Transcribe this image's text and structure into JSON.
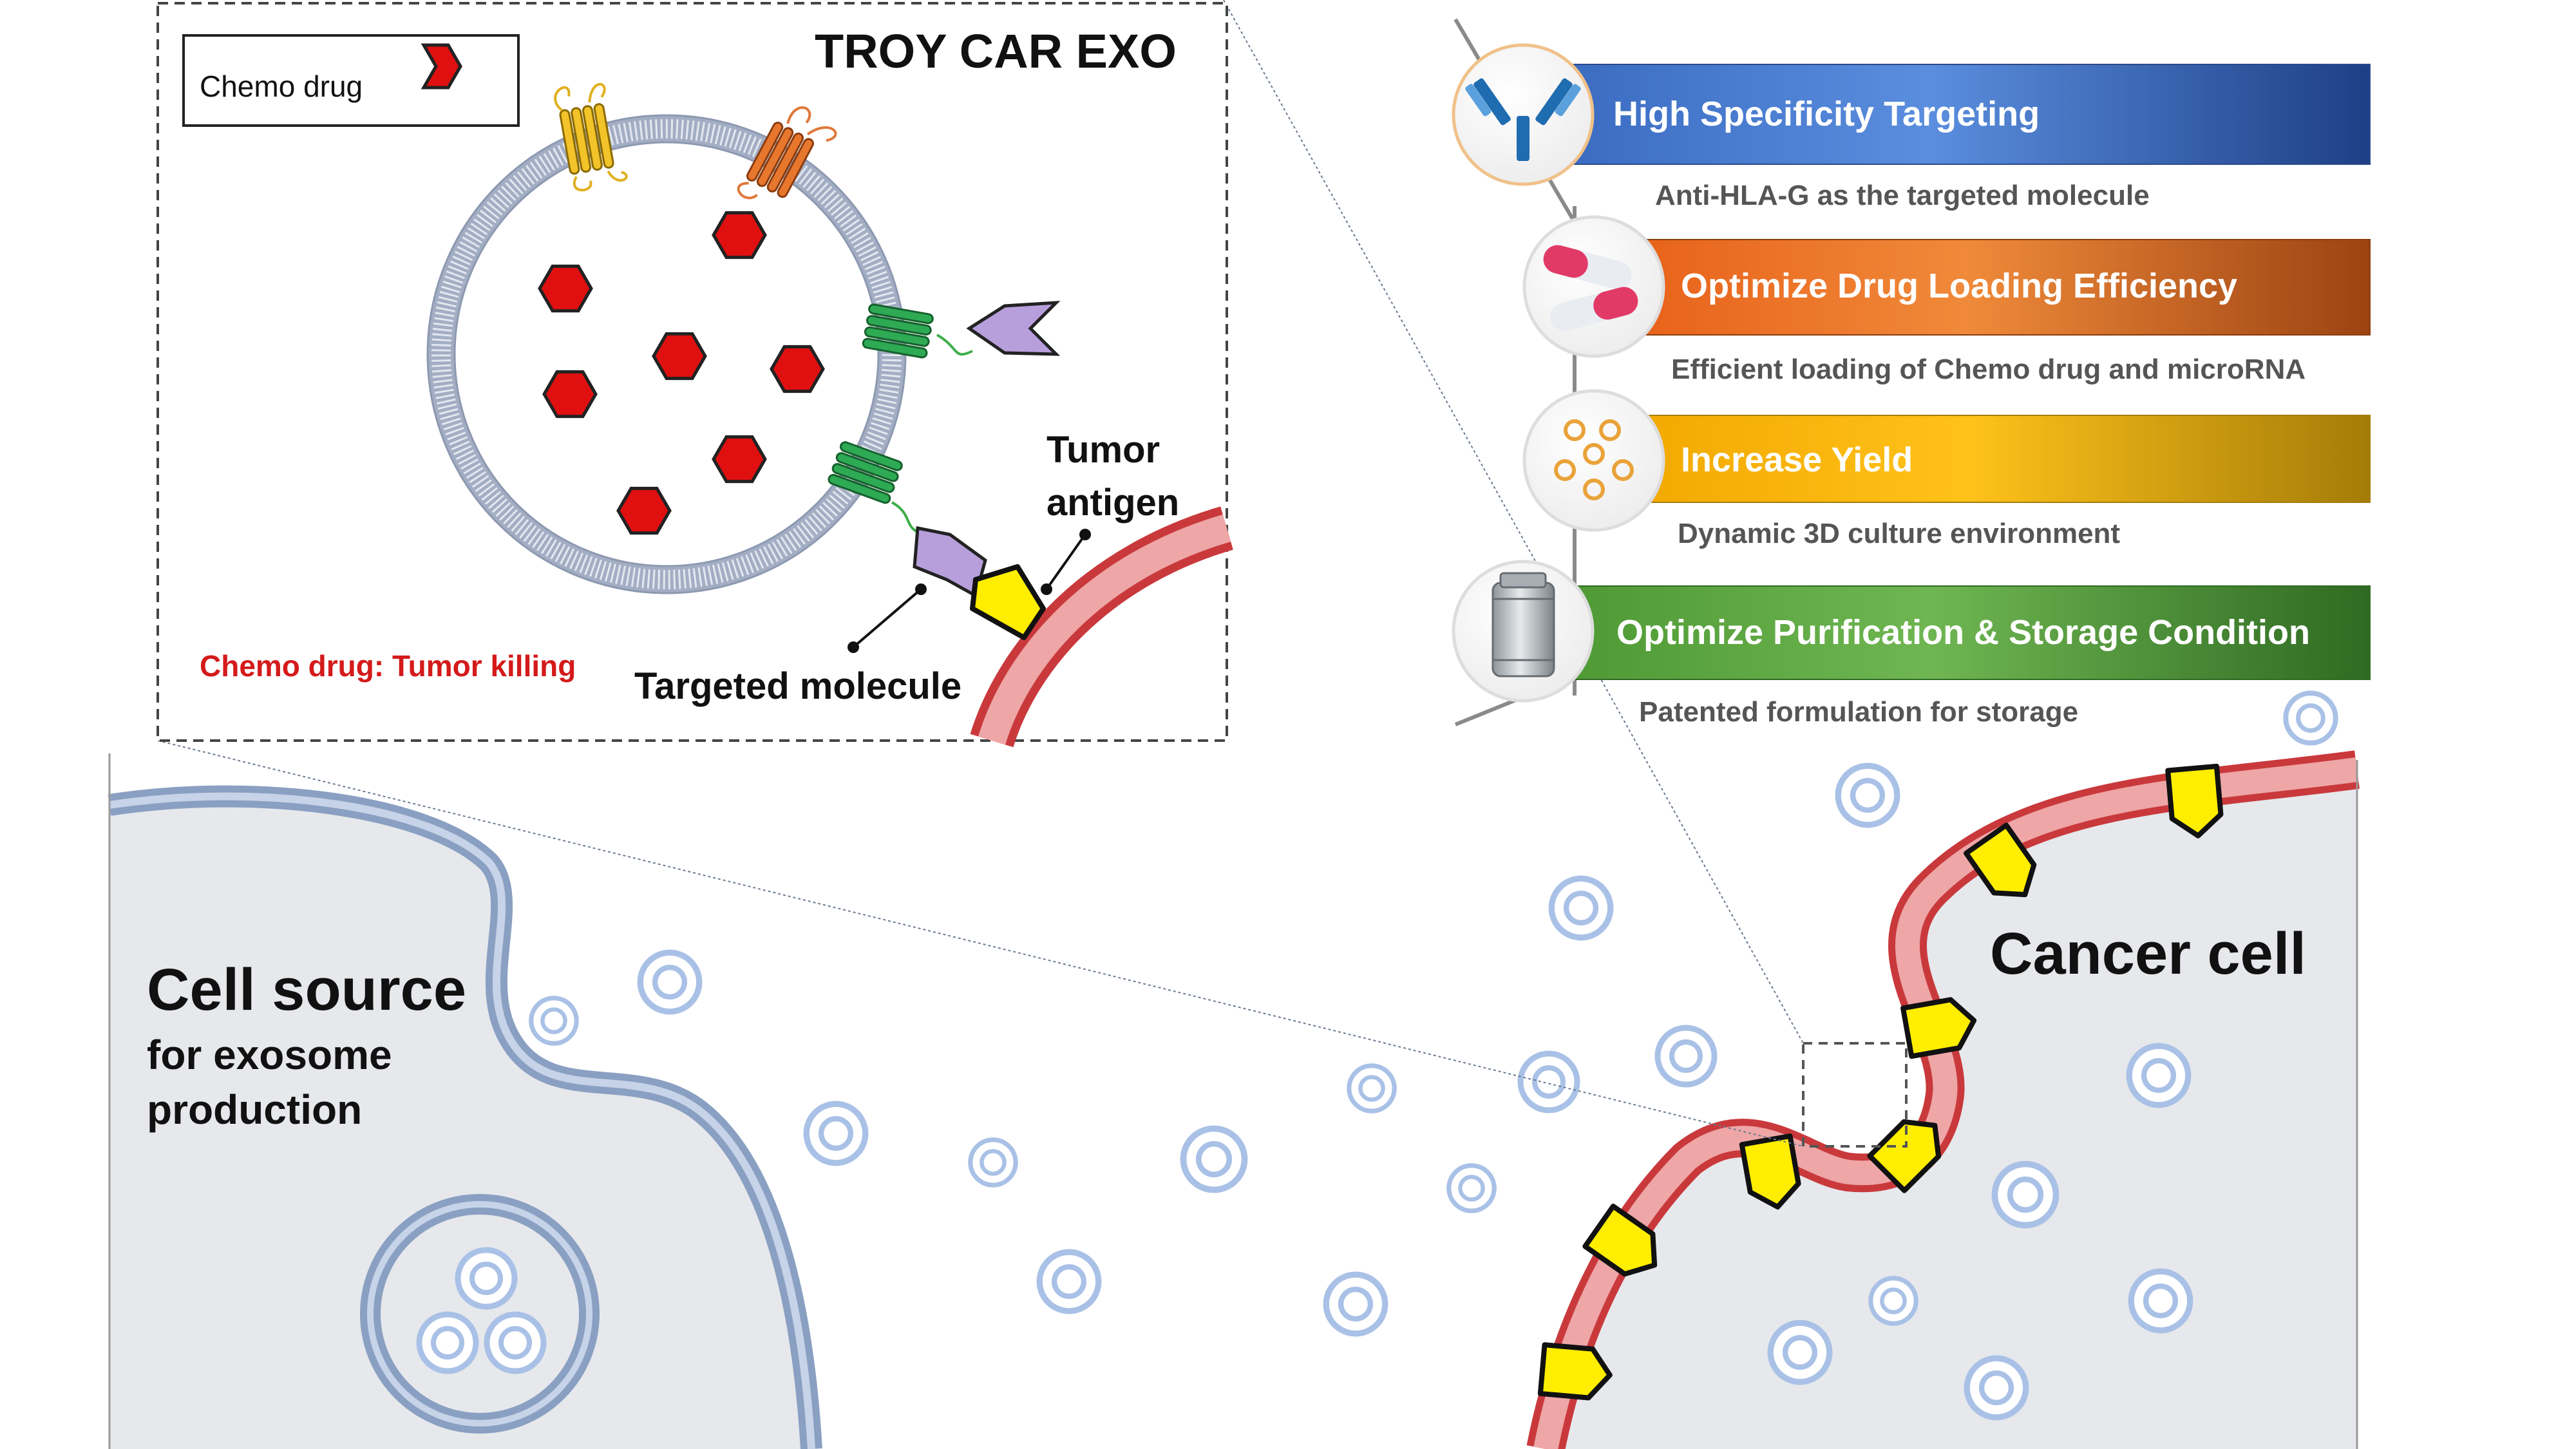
{
  "inset": {
    "title": "TROY CAR EXO",
    "legend_label": "Chemo drug",
    "chemo_caption": "Chemo drug: Tumor killing",
    "tumor_antigen_line1": "Tumor",
    "tumor_antigen_line2": "antigen",
    "targeted_molecule": "Targeted molecule"
  },
  "features": [
    {
      "title": "High Specificity Targeting",
      "subtitle": "Anti-HLA-G as the targeted molecule",
      "icon": "antibody-icon",
      "color": "#2f55a0"
    },
    {
      "title": "Optimize Drug Loading Efficiency",
      "subtitle": "Efficient loading of Chemo drug and microRNA",
      "icon": "capsule-icon",
      "color": "#d8621c"
    },
    {
      "title": "Increase Yield",
      "subtitle": "Dynamic 3D culture environment",
      "icon": "vesicle-cluster-icon",
      "color": "#e7a80c"
    },
    {
      "title": "Optimize Purification & Storage Condition",
      "subtitle": "Patented formulation for storage",
      "icon": "cryo-tank-icon",
      "color": "#4e9a36"
    }
  ],
  "cell_source": {
    "title": "Cell source",
    "line1": "for exosome",
    "line2": "production"
  },
  "cancer_cell": {
    "title": "Cancer cell"
  },
  "colors": {
    "membrane_red": "#c9393c",
    "membrane_fill": "#eea6a6",
    "cell_fill": "#e6e8ec",
    "cell_border": "#8aa0c2",
    "exosome": "#a9c1e6",
    "chemo": "#e01010",
    "antigen": "#ffee00",
    "targeting": "#b79fdb"
  }
}
